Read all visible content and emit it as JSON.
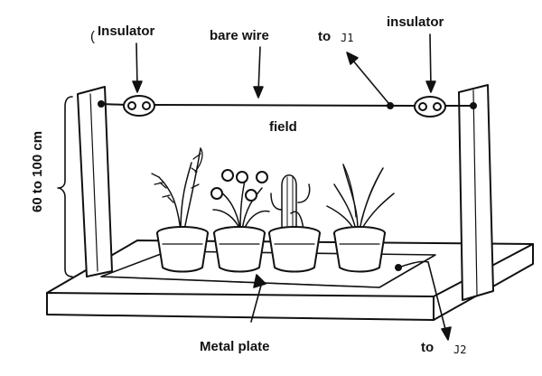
{
  "labels": {
    "insulator_left": "Insulator",
    "insulator_left_mark": "(",
    "bare_wire": "bare wire",
    "to_j1_prefix": "to",
    "to_j1_code": "J1",
    "insulator_right": "insulator",
    "field": "field",
    "height_range": "60 to 100 cm",
    "metal_plate": "Metal plate",
    "to_j2_prefix": "to",
    "to_j2_code": "J2"
  },
  "colors": {
    "ink": "#111111",
    "background": "#ffffff"
  }
}
